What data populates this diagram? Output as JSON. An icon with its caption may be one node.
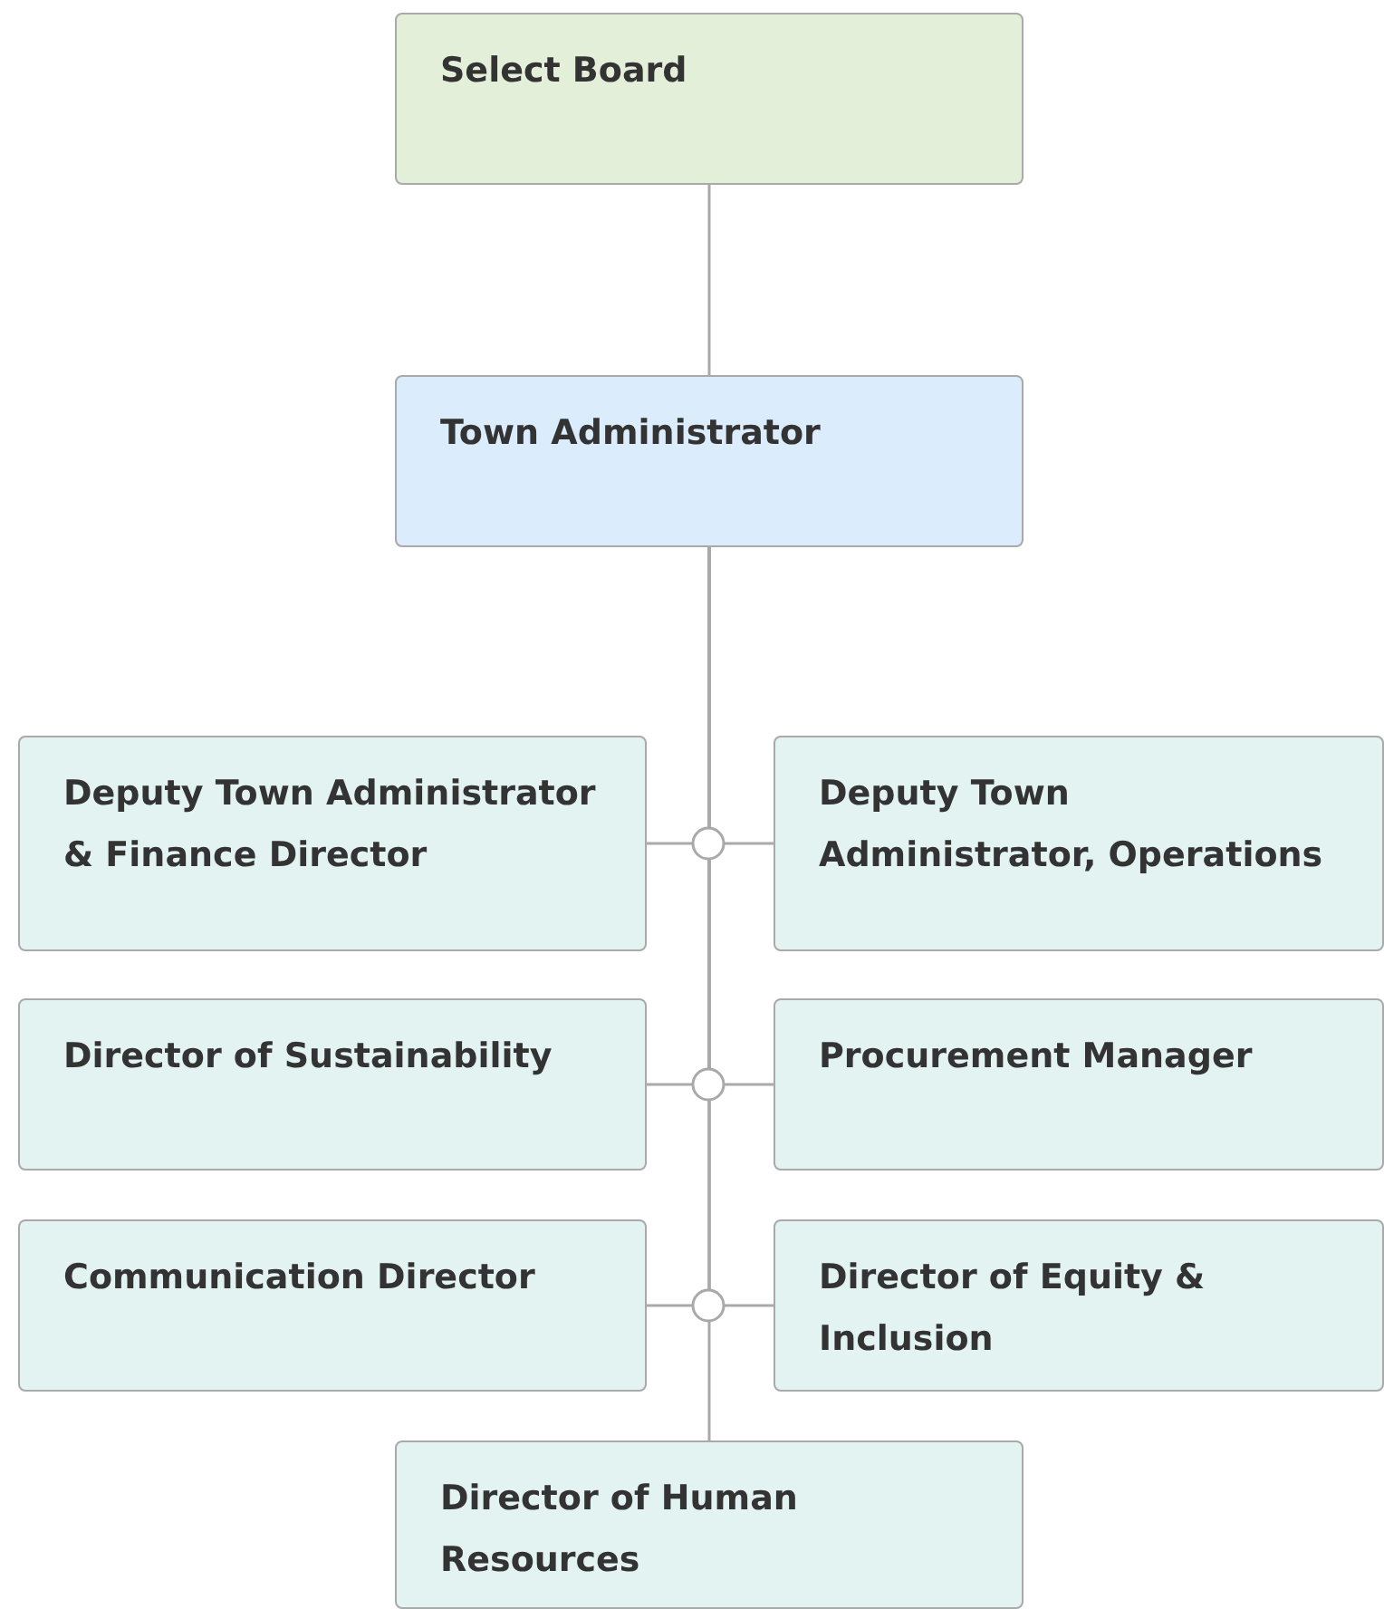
{
  "diagram": {
    "nodes": [
      {
        "text": [
          "Select Board"
        ]
      },
      {
        "text": [
          "Town Administrator"
        ]
      },
      {
        "text": [
          "Deputy Town Administrator & Finance Director"
        ]
      },
      {
        "text": [
          "Deputy Town Administrator, Operations"
        ]
      },
      {
        "text": [
          "Director of Sustainability"
        ]
      },
      {
        "text": [
          "Procurement Manager"
        ]
      },
      {
        "text": [
          "Communication Director"
        ]
      },
      {
        "text": [
          "Director of Equity & Inclusion"
        ]
      },
      {
        "text": [
          "Director of Human Resources"
        ]
      }
    ],
    "edges": [
      {
        "from": 0,
        "to": 1,
        "arrow": "none"
      },
      {
        "from": 1,
        "to": 2,
        "arrow": "none"
      },
      {
        "from": 1,
        "to": 3,
        "arrow": "none"
      },
      {
        "from": 1,
        "to": 4,
        "arrow": "none"
      },
      {
        "from": 1,
        "to": 5,
        "arrow": "none"
      },
      {
        "from": 1,
        "to": 6,
        "arrow": "none"
      },
      {
        "from": 1,
        "to": 7,
        "arrow": "none"
      },
      {
        "from": 1,
        "to": 8,
        "arrow": "none"
      }
    ]
  }
}
